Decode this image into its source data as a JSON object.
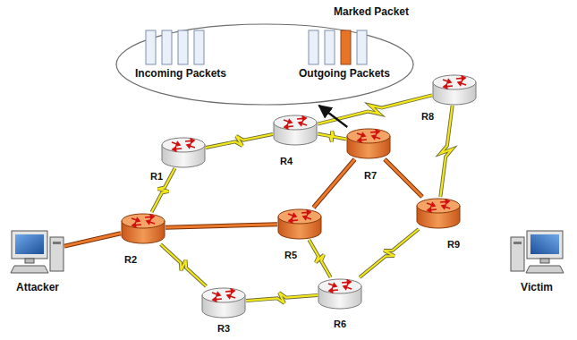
{
  "diagram": {
    "nodes": [
      {
        "text": [
          "Marked Packet",
          "Incoming Packets",
          "Outgoing Packets"
        ]
      },
      {
        "text": [
          "R8"
        ]
      },
      {
        "text": [
          "R1"
        ]
      },
      {
        "text": [
          "R4"
        ]
      },
      {
        "text": [
          "R7"
        ]
      },
      {
        "text": [
          "Attacker"
        ]
      },
      {
        "text": [
          "R2"
        ]
      },
      {
        "text": [
          "R5"
        ]
      },
      {
        "text": [
          "R9"
        ]
      },
      {
        "text": [
          "Victim"
        ]
      },
      {
        "text": [
          "R3"
        ]
      },
      {
        "text": [
          "R6"
        ]
      }
    ],
    "edges": [
      {
        "from": 5,
        "to": 6,
        "arrow": "none"
      },
      {
        "from": 6,
        "to": 2,
        "arrow": "none"
      },
      {
        "from": 2,
        "to": 3,
        "arrow": "none"
      },
      {
        "from": 3,
        "to": 4,
        "arrow": "none"
      },
      {
        "from": 3,
        "to": 1,
        "arrow": "none"
      },
      {
        "from": 6,
        "to": 7,
        "arrow": "none"
      },
      {
        "from": 7,
        "to": 4,
        "arrow": "none"
      },
      {
        "from": 4,
        "to": 8,
        "arrow": "none"
      },
      {
        "from": 1,
        "to": 8,
        "arrow": "none"
      },
      {
        "from": 6,
        "to": 10,
        "arrow": "none"
      },
      {
        "from": 10,
        "to": 11,
        "arrow": "none"
      },
      {
        "from": 7,
        "to": 11,
        "arrow": "none"
      },
      {
        "from": 11,
        "to": 8,
        "arrow": "none"
      },
      {
        "from": 4,
        "to": 0,
        "arrow": "to"
      }
    ]
  }
}
